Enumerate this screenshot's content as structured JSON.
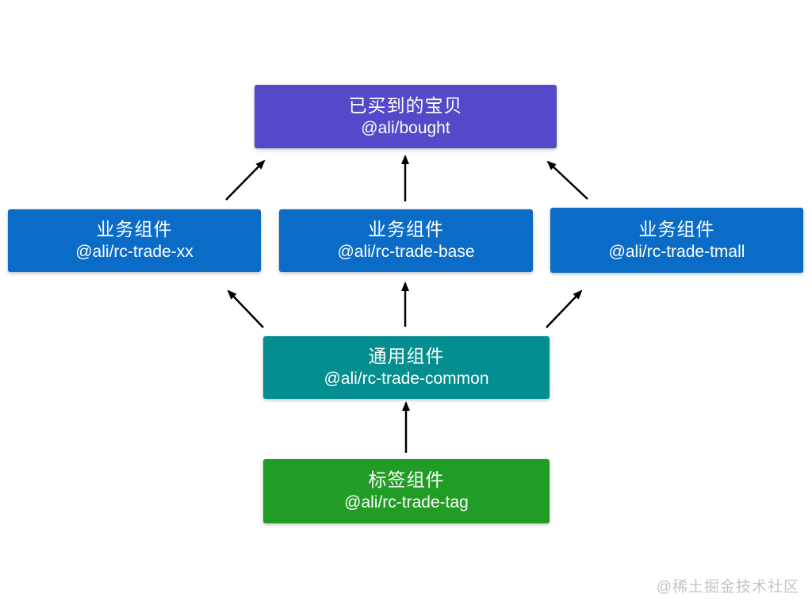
{
  "page": {
    "background_color": "#ffffff"
  },
  "diagram": {
    "arrow_color": "#000000",
    "nodes": {
      "bought": {
        "title": "已买到的宝贝",
        "pkg": "@ali/bought",
        "color": "#5449c8"
      },
      "trade_xx": {
        "title": "业务组件",
        "pkg": "@ali/rc-trade-xx",
        "color": "#0b6cc7"
      },
      "trade_base": {
        "title": "业务组件",
        "pkg": "@ali/rc-trade-base",
        "color": "#0b6cc7"
      },
      "trade_tmall": {
        "title": "业务组件",
        "pkg": "@ali/rc-trade-tmall",
        "color": "#0b6cc7"
      },
      "trade_common": {
        "title": "通用组件",
        "pkg": "@ali/rc-trade-common",
        "color": "#048e90"
      },
      "trade_tag": {
        "title": "标签组件",
        "pkg": "@ali/rc-trade-tag",
        "color": "#219d26"
      }
    },
    "edges": [
      {
        "from": "trade_xx",
        "to": "bought"
      },
      {
        "from": "trade_base",
        "to": "bought"
      },
      {
        "from": "trade_tmall",
        "to": "bought"
      },
      {
        "from": "trade_common",
        "to": "trade_xx"
      },
      {
        "from": "trade_common",
        "to": "trade_base"
      },
      {
        "from": "trade_common",
        "to": "trade_tmall"
      },
      {
        "from": "trade_tag",
        "to": "trade_common"
      }
    ]
  },
  "watermark": {
    "text": "@稀土掘金技术社区",
    "color": "#c4c4c4"
  }
}
